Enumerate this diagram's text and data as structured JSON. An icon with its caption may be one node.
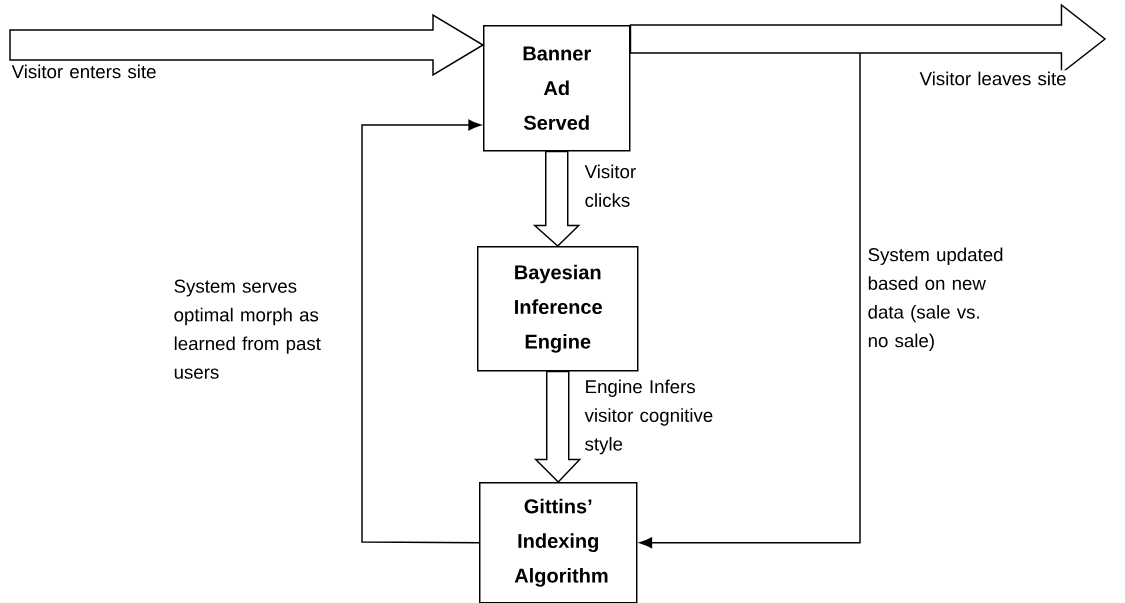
{
  "diagram": {
    "nodes": [
      {
        "text": [
          "Banner Ad Served"
        ]
      },
      {
        "text": [
          "Bayesian Inference Engine"
        ]
      },
      {
        "text": [
          "Gittins’ Indexing Algorithm"
        ]
      }
    ],
    "edges": [
      {
        "from": null,
        "to": 0,
        "arrow": "to",
        "style": "thick",
        "label": "Visitor enters site"
      },
      {
        "from": 0,
        "to": null,
        "arrow": "to",
        "style": "thick",
        "label": "Visitor leaves site"
      },
      {
        "from": 0,
        "to": 1,
        "arrow": "to",
        "style": "thick",
        "label": "Visitor clicks"
      },
      {
        "from": 1,
        "to": 2,
        "arrow": "to",
        "style": "thick",
        "label": "Engine Infers visitor cognitive style"
      },
      {
        "from": 2,
        "to": 0,
        "arrow": "to",
        "label": "System serves optimal morph as learned from past users"
      },
      {
        "from": null,
        "to": 2,
        "arrow": "to",
        "label": "System updated based on new data (sale vs. no sale)"
      }
    ]
  }
}
